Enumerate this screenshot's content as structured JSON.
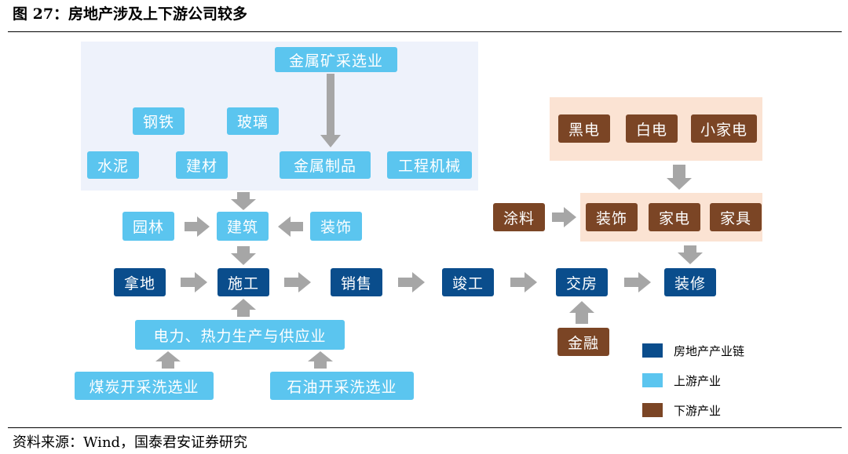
{
  "title": "图 27：房地产涉及上下游公司较多",
  "colors": {
    "core": "#0a4d8c",
    "upstream": "#5bc5ef",
    "downstream": "#7b4525",
    "upstream_panel": "#eef2fb",
    "downstream_panel": "#fbe3d3",
    "arrow": "#a6a6a6"
  },
  "nodes": {
    "metal_mining": "金属矿采选业",
    "steel": "钢铁",
    "glass": "玻璃",
    "cement": "水泥",
    "building_materials": "建材",
    "metal_products": "金属制品",
    "engineering_machinery": "工程机械",
    "landscaping": "园林",
    "construction": "建筑",
    "decoration_up": "装饰",
    "land_acquisition": "拿地",
    "building_work": "施工",
    "sales": "销售",
    "completion": "竣工",
    "delivery": "交房",
    "renovation": "装修",
    "utilities": "电力、热力生产与供应业",
    "coal_mining": "煤炭开采洗选业",
    "oil_mining": "石油开采洗选业",
    "finance": "金融",
    "coatings": "涂料",
    "black_appliances": "黑电",
    "white_appliances": "白电",
    "small_appliances": "小家电",
    "decoration_down": "装饰",
    "home_appliances": "家电",
    "furniture": "家具"
  },
  "legend": [
    {
      "label": "房地产产业链",
      "color": "#0a4d8c"
    },
    {
      "label": "上游产业",
      "color": "#5bc5ef"
    },
    {
      "label": "下游产业",
      "color": "#7b4525"
    }
  ],
  "source": "资料来源：Wind，国泰君安证券研究"
}
